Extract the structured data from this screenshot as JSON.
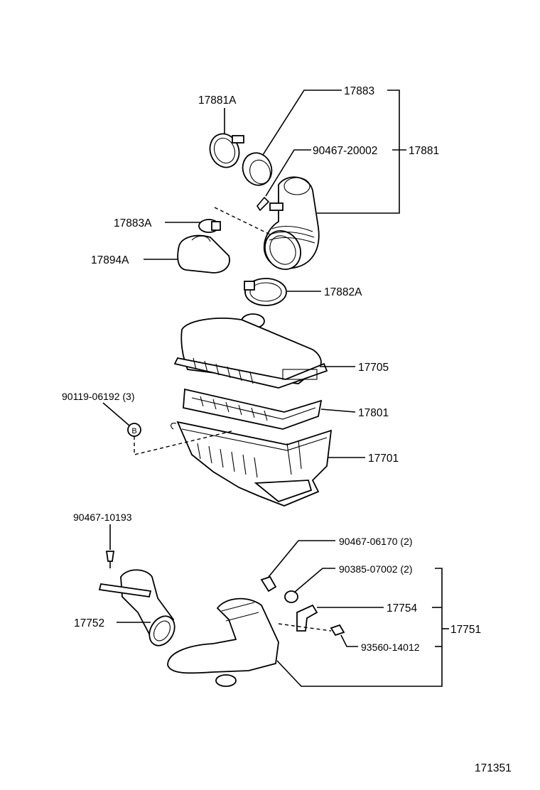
{
  "diagram": {
    "labels": {
      "p17881A": "17881A",
      "p17883": "17883",
      "p90467_20002": "90467-20002",
      "p17881": "17881",
      "p17883A": "17883A",
      "p17894A": "17894A",
      "p17882A": "17882A",
      "p17705": "17705",
      "p90119_06192": "90119-06192 (3)",
      "p17801": "17801",
      "p17701": "17701",
      "circleB": "B",
      "p90467_10193": "90467-10193",
      "p90467_06170": "90467-06170 (2)",
      "p90385_07002": "90385-07002 (2)",
      "p17754": "17754",
      "p17752": "17752",
      "p17751": "17751",
      "p93560_14012": "93560-14012",
      "figure_id": "171351"
    }
  }
}
